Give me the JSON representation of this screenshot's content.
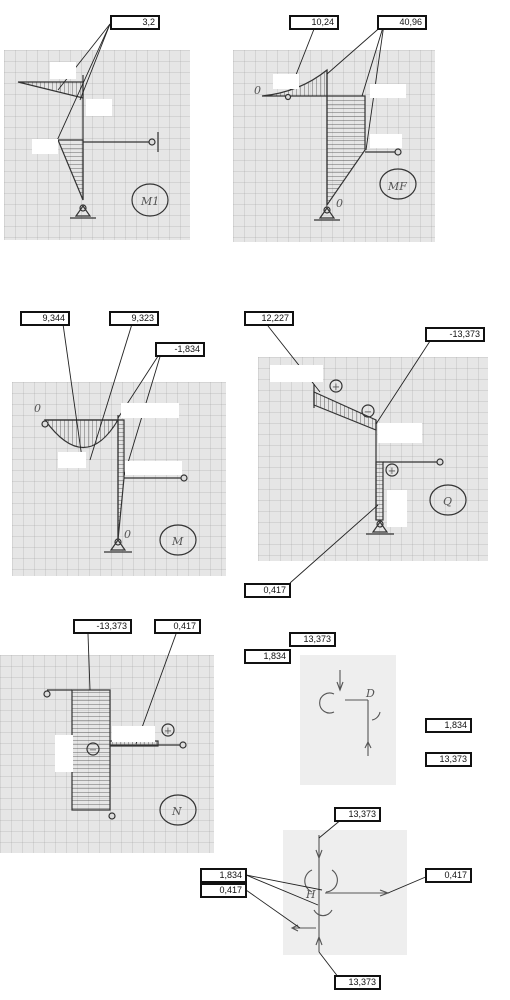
{
  "labels": {
    "m1_top": "3,2",
    "mf_left": "10,24",
    "mf_right": "40,96",
    "m_left": "9,344",
    "m_mid": "9,323",
    "m_right": "-1,834",
    "q_left": "12,227",
    "q_right": "-13,373",
    "q_bottom": "0,417",
    "n_left": "-13,373",
    "n_right": "0,417",
    "nd_top_right": "13,373",
    "nd_top_left": "1,834",
    "nd_mid_right1": "1,834",
    "nd_mid_right2": "13,373",
    "nh_top": "13,373",
    "nh_left1": "1,834",
    "nh_left2": "0,417",
    "nh_right": "0,417",
    "nh_bottom": "13,373"
  },
  "handwritten": {
    "m1_name": "M1",
    "mf_name": "MF",
    "m_name": "M",
    "q_name": "Q",
    "n_name": "N",
    "node_d": "D",
    "node_h": "H",
    "zero": "0",
    "plus": "+",
    "minus": "−"
  }
}
